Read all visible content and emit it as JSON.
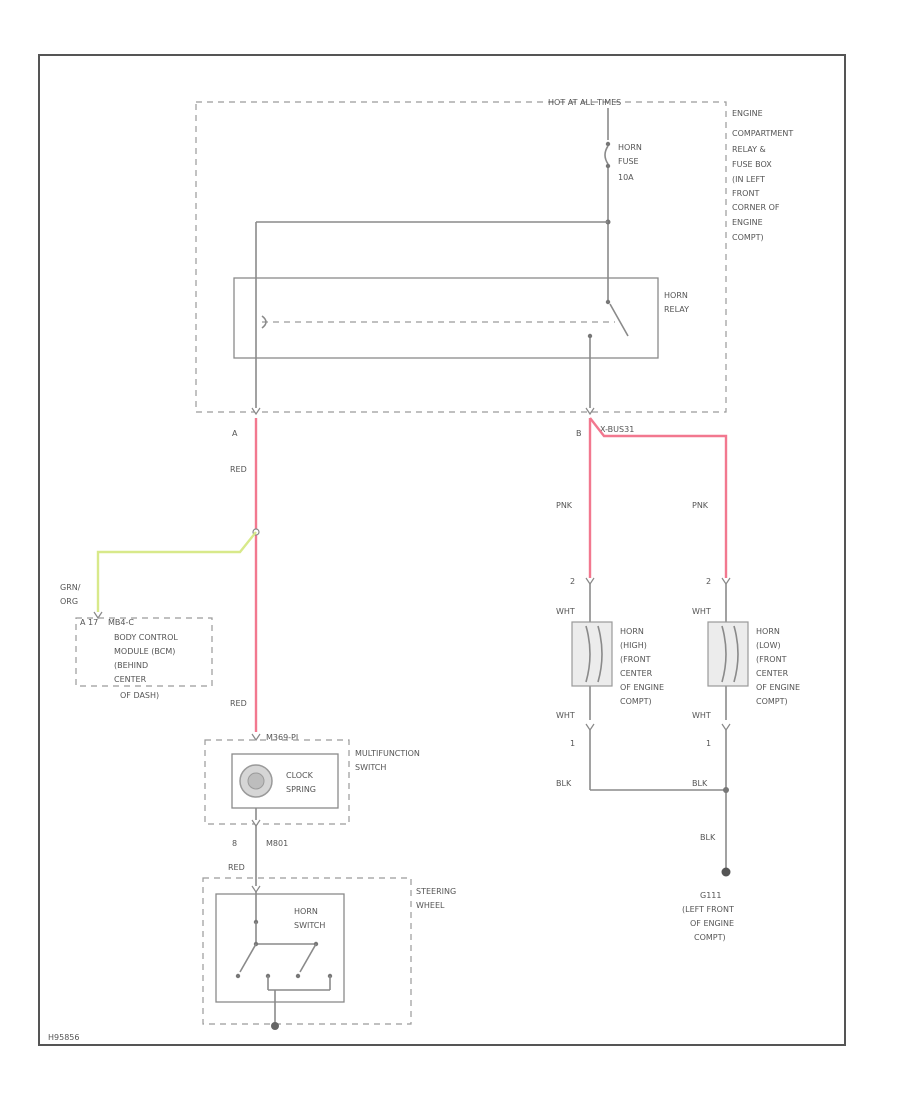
{
  "diagram_id": "H95856",
  "labels": {
    "hot_at_all_times": "HOT AT ALL TIMES",
    "underhood_box": [
      "ENGINE",
      "COMPARTMENT",
      "RELAY &",
      "FUSE BOX",
      "(IN LEFT",
      "FRONT",
      "CORNER OF",
      "ENGINE",
      "COMPT)"
    ],
    "horn_fuse": [
      "HORN",
      "FUSE",
      "10A"
    ],
    "horn_relay": [
      "HORN",
      "RELAY"
    ],
    "pin_a": "A",
    "pin_b": "B",
    "conn_x1": "X-BUS31",
    "wire_red_1": "RED",
    "wire_red_2": "RED",
    "wire_grn": [
      "GRN/",
      "ORG"
    ],
    "bcm_conn": "MB4-C",
    "bcm_pin": "A 17",
    "bcm_label": [
      "BODY CONTROL",
      "MODULE (BCM)",
      "(BEHIND",
      "CENTER",
      "OF DASH)"
    ],
    "pnk_1": "PNK",
    "pnk_2": "PNK",
    "horn_high_pin2": "2",
    "horn_low_pin2": "2",
    "horn_high_pin1": "1",
    "horn_low_pin1": "1",
    "wht_1": "WHT",
    "wht_2": "WHT",
    "wht_3": "WHT",
    "wht_4": "WHT",
    "horn_high": [
      "HORN",
      "(HIGH)",
      "(FRONT",
      "CENTER",
      "OF ENGINE",
      "COMPT)"
    ],
    "horn_low": [
      "HORN",
      "(LOW)",
      "(FRONT",
      "CENTER",
      "OF ENGINE",
      "COMPT)"
    ],
    "blk_1": "BLK",
    "blk_2": "BLK",
    "blk_3": "BLK",
    "ground": [
      "G111",
      "(LEFT FRONT",
      "OF ENGINE",
      "COMPT)"
    ],
    "mfs_conn": "M369-PI",
    "mfs_label": [
      "MULTIFUNCTION",
      "SWITCH"
    ],
    "clock_spring": [
      "CLOCK",
      "SPRING"
    ],
    "mfs_pin": "8",
    "mfs_conn2": "M801",
    "wht_sw": "RED",
    "steering_wheel": [
      "STEERING",
      "WHEEL"
    ],
    "horn_switch": [
      "HORN",
      "SWITCH"
    ]
  }
}
